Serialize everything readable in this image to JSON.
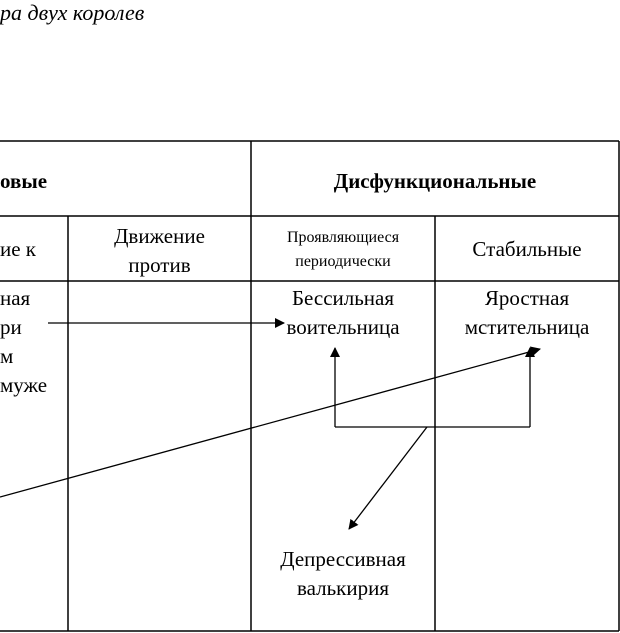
{
  "caption": "ра двух королев",
  "table": {
    "group_left": "овые",
    "group_right": "Дисфункциональные",
    "col_toward": "ие к",
    "col_against": [
      "Движение",
      "против"
    ],
    "col_periodic": [
      "Проявляющиеся",
      "периодически"
    ],
    "col_stable": "Стабильные",
    "cell_left": [
      "ная",
      "ри",
      "м",
      "муже"
    ],
    "cell_periodic": [
      "Бессильная",
      "воительница"
    ],
    "cell_stable": [
      "Яростная",
      "мстительница"
    ],
    "cell_bottom": [
      "Депрессивная",
      "валькирия"
    ]
  }
}
